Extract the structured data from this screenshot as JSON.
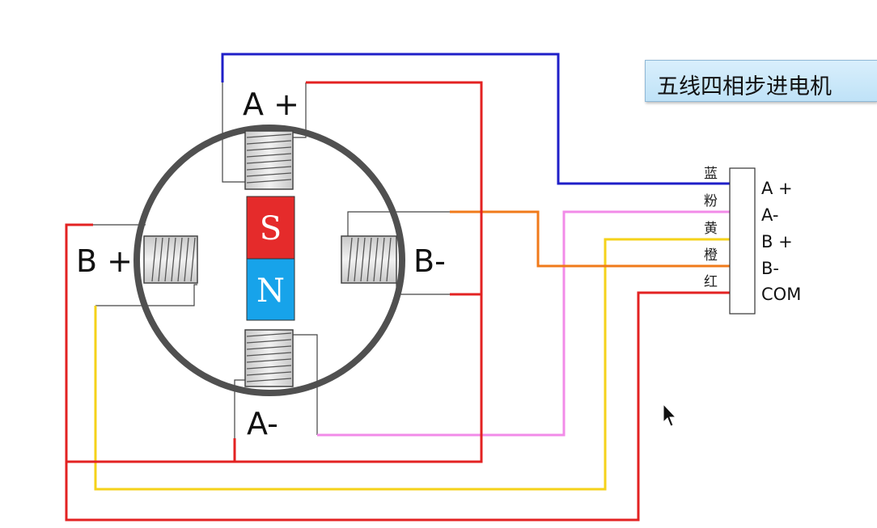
{
  "title": "五线四相步进电机",
  "colors": {
    "blue_wire": "#1f1fc8",
    "pink_wire": "#f28be8",
    "yellow_wire": "#f5d21a",
    "orange_wire": "#f07a1a",
    "red_wire": "#e32222",
    "ring": "#505050",
    "magnet_s": "#e52b2b",
    "magnet_n": "#17a3ea"
  },
  "coils": {
    "a_plus": "A +",
    "a_minus": "A-",
    "b_plus": "B +",
    "b_minus": "B-"
  },
  "magnet": {
    "south": "S",
    "north": "N"
  },
  "connector": {
    "wire_colors": [
      "蓝",
      "粉",
      "黄",
      "橙",
      "红"
    ],
    "pins": [
      "A +",
      "A-",
      "B +",
      "B-",
      "COM"
    ]
  }
}
